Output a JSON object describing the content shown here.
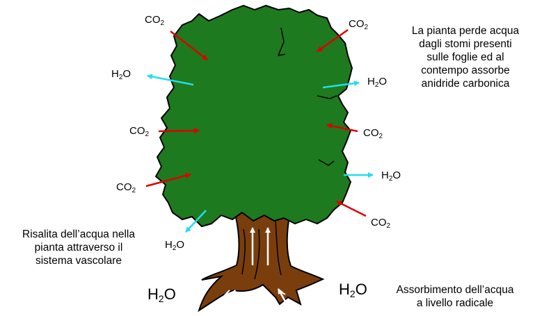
{
  "molecules": {
    "co2_base": "CO",
    "co2_sub": "2",
    "h2o_h": "H",
    "h2o_sub": "2",
    "h2o_o": "O"
  },
  "texts": {
    "transpiration": [
      "La pianta perde acqua",
      "dagli stomi presenti",
      "sulle foglie ed al",
      "contempo assorbe",
      "anidride carbonica"
    ],
    "rise": [
      "Risalita dell’acqua nella",
      "pianta attraverso il",
      "sistema vascolare"
    ],
    "absorption": [
      "Assorbimento dell’acqua",
      "a livello radicale"
    ]
  },
  "colors": {
    "foliage": "#1e7a1e",
    "foliage_outline": "#000000",
    "trunk": "#7a3e0c",
    "co2_arrow": "#dd0000",
    "h2o_arrow": "#22ddee",
    "sap_arrow": "#ffffff"
  }
}
